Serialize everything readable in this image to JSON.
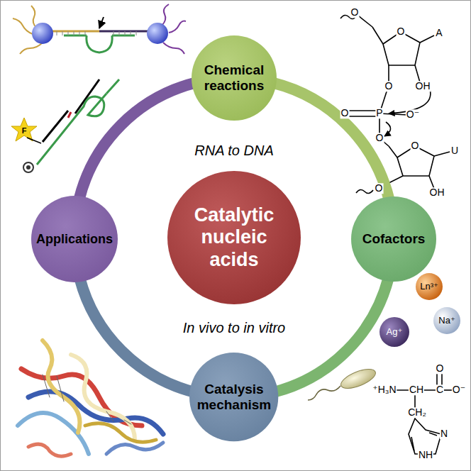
{
  "diagram": {
    "nodes": [
      {
        "text": [
          "Chemical reactions"
        ]
      },
      {
        "text": [
          "Applications"
        ]
      },
      {
        "text": [
          "Catalytic nucleic acids"
        ]
      },
      {
        "text": [
          "Cofactors"
        ]
      },
      {
        "text": [
          "Catalysis mechanism"
        ]
      }
    ],
    "edges": [
      {
        "from": 0,
        "to": 3,
        "arrow": "none"
      },
      {
        "from": 3,
        "to": 4,
        "arrow": "none"
      },
      {
        "from": 4,
        "to": 1,
        "arrow": "none"
      },
      {
        "from": 1,
        "to": 0,
        "arrow": "none"
      }
    ],
    "labels": [
      "RNA to DNA",
      "In vivo to in vitro",
      "O",
      "O",
      "A",
      "OH",
      "O",
      "P",
      "O",
      "O⁻",
      "O",
      "O",
      "U",
      "OH",
      "O",
      "F",
      "Ln³⁺",
      "Na⁺",
      "Ag⁺",
      "⁺H₃N",
      "CH",
      "C",
      "O",
      "O⁻",
      "CH₂",
      "N",
      "NH"
    ]
  }
}
